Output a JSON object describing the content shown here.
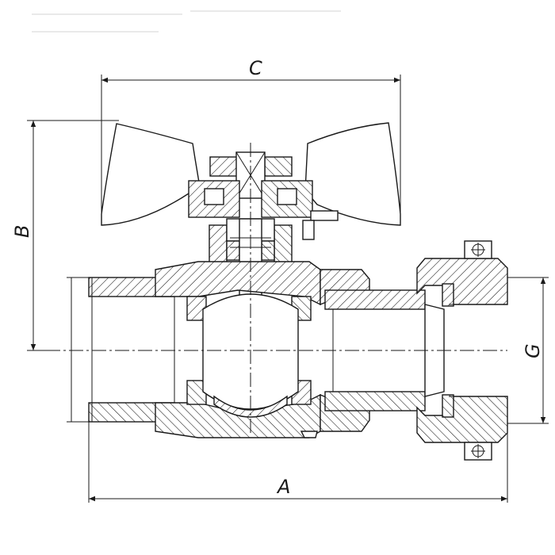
{
  "diagram": {
    "dimension_labels": {
      "A": "A",
      "B": "B",
      "C": "C",
      "G": "G"
    }
  }
}
